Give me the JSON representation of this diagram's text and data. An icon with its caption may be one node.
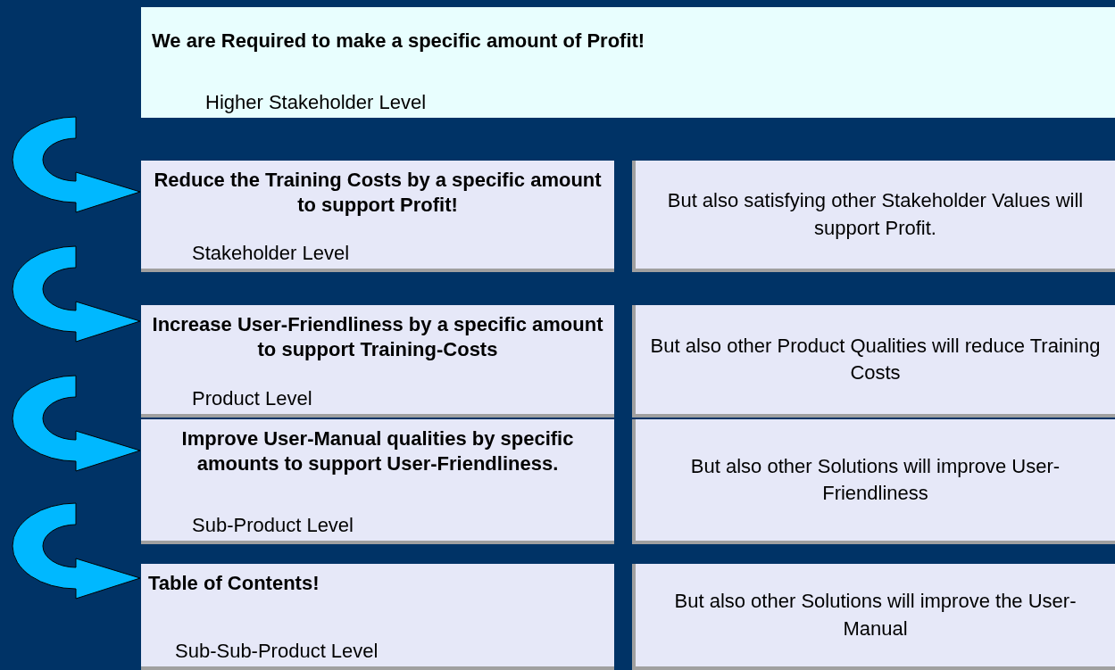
{
  "diagram": {
    "nodes": [
      {
        "text": [
          "We are Required to make a specific amount of Profit!",
          "Higher Stakeholder Level"
        ]
      },
      {
        "text": [
          "Reduce the Training Costs by a specific amount to support Profit!",
          "Stakeholder Level"
        ]
      },
      {
        "text": [
          "But also satisfying other Stakeholder Values will support Profit."
        ]
      },
      {
        "text": [
          "Increase User-Friendliness by a specific amount to support Training-Costs",
          "Product Level"
        ]
      },
      {
        "text": [
          "But also other Product Qualities will reduce Training Costs"
        ]
      },
      {
        "text": [
          "Improve User-Manual qualities by specific amounts to support User-Friendliness.",
          "Sub-Product Level"
        ]
      },
      {
        "text": [
          "But also other Solutions will improve User-Friendliness"
        ]
      },
      {
        "text": [
          "Table of Contents!",
          "Sub-Sub-Product Level"
        ]
      },
      {
        "text": [
          "But also other Solutions will improve the User-Manual"
        ]
      }
    ],
    "edges": [
      {
        "from": null,
        "to": 1,
        "arrow": "to"
      },
      {
        "from": null,
        "to": 3,
        "arrow": "to"
      },
      {
        "from": null,
        "to": 5,
        "arrow": "to"
      },
      {
        "from": null,
        "to": 7,
        "arrow": "to"
      }
    ]
  }
}
